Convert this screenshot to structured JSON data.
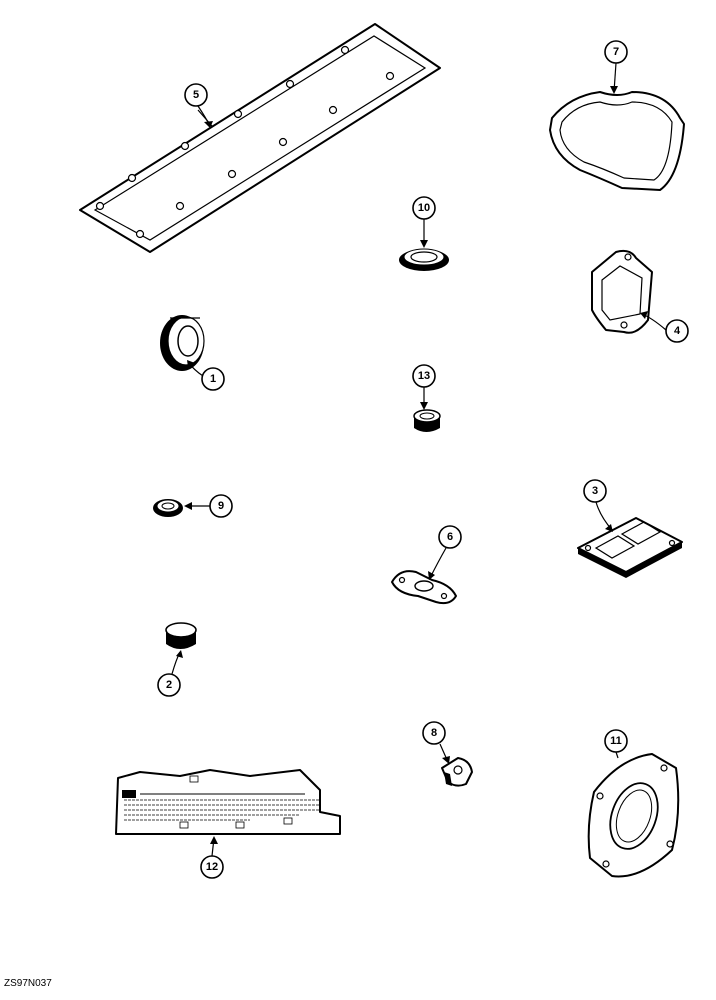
{
  "callouts": {
    "c1": "1",
    "c2": "2",
    "c3": "3",
    "c4": "4",
    "c5": "5",
    "c6": "6",
    "c7": "7",
    "c8": "8",
    "c9": "9",
    "c10": "10",
    "c11": "11",
    "c12": "12",
    "c13": "13"
  },
  "reference_code": "ZS97N037"
}
